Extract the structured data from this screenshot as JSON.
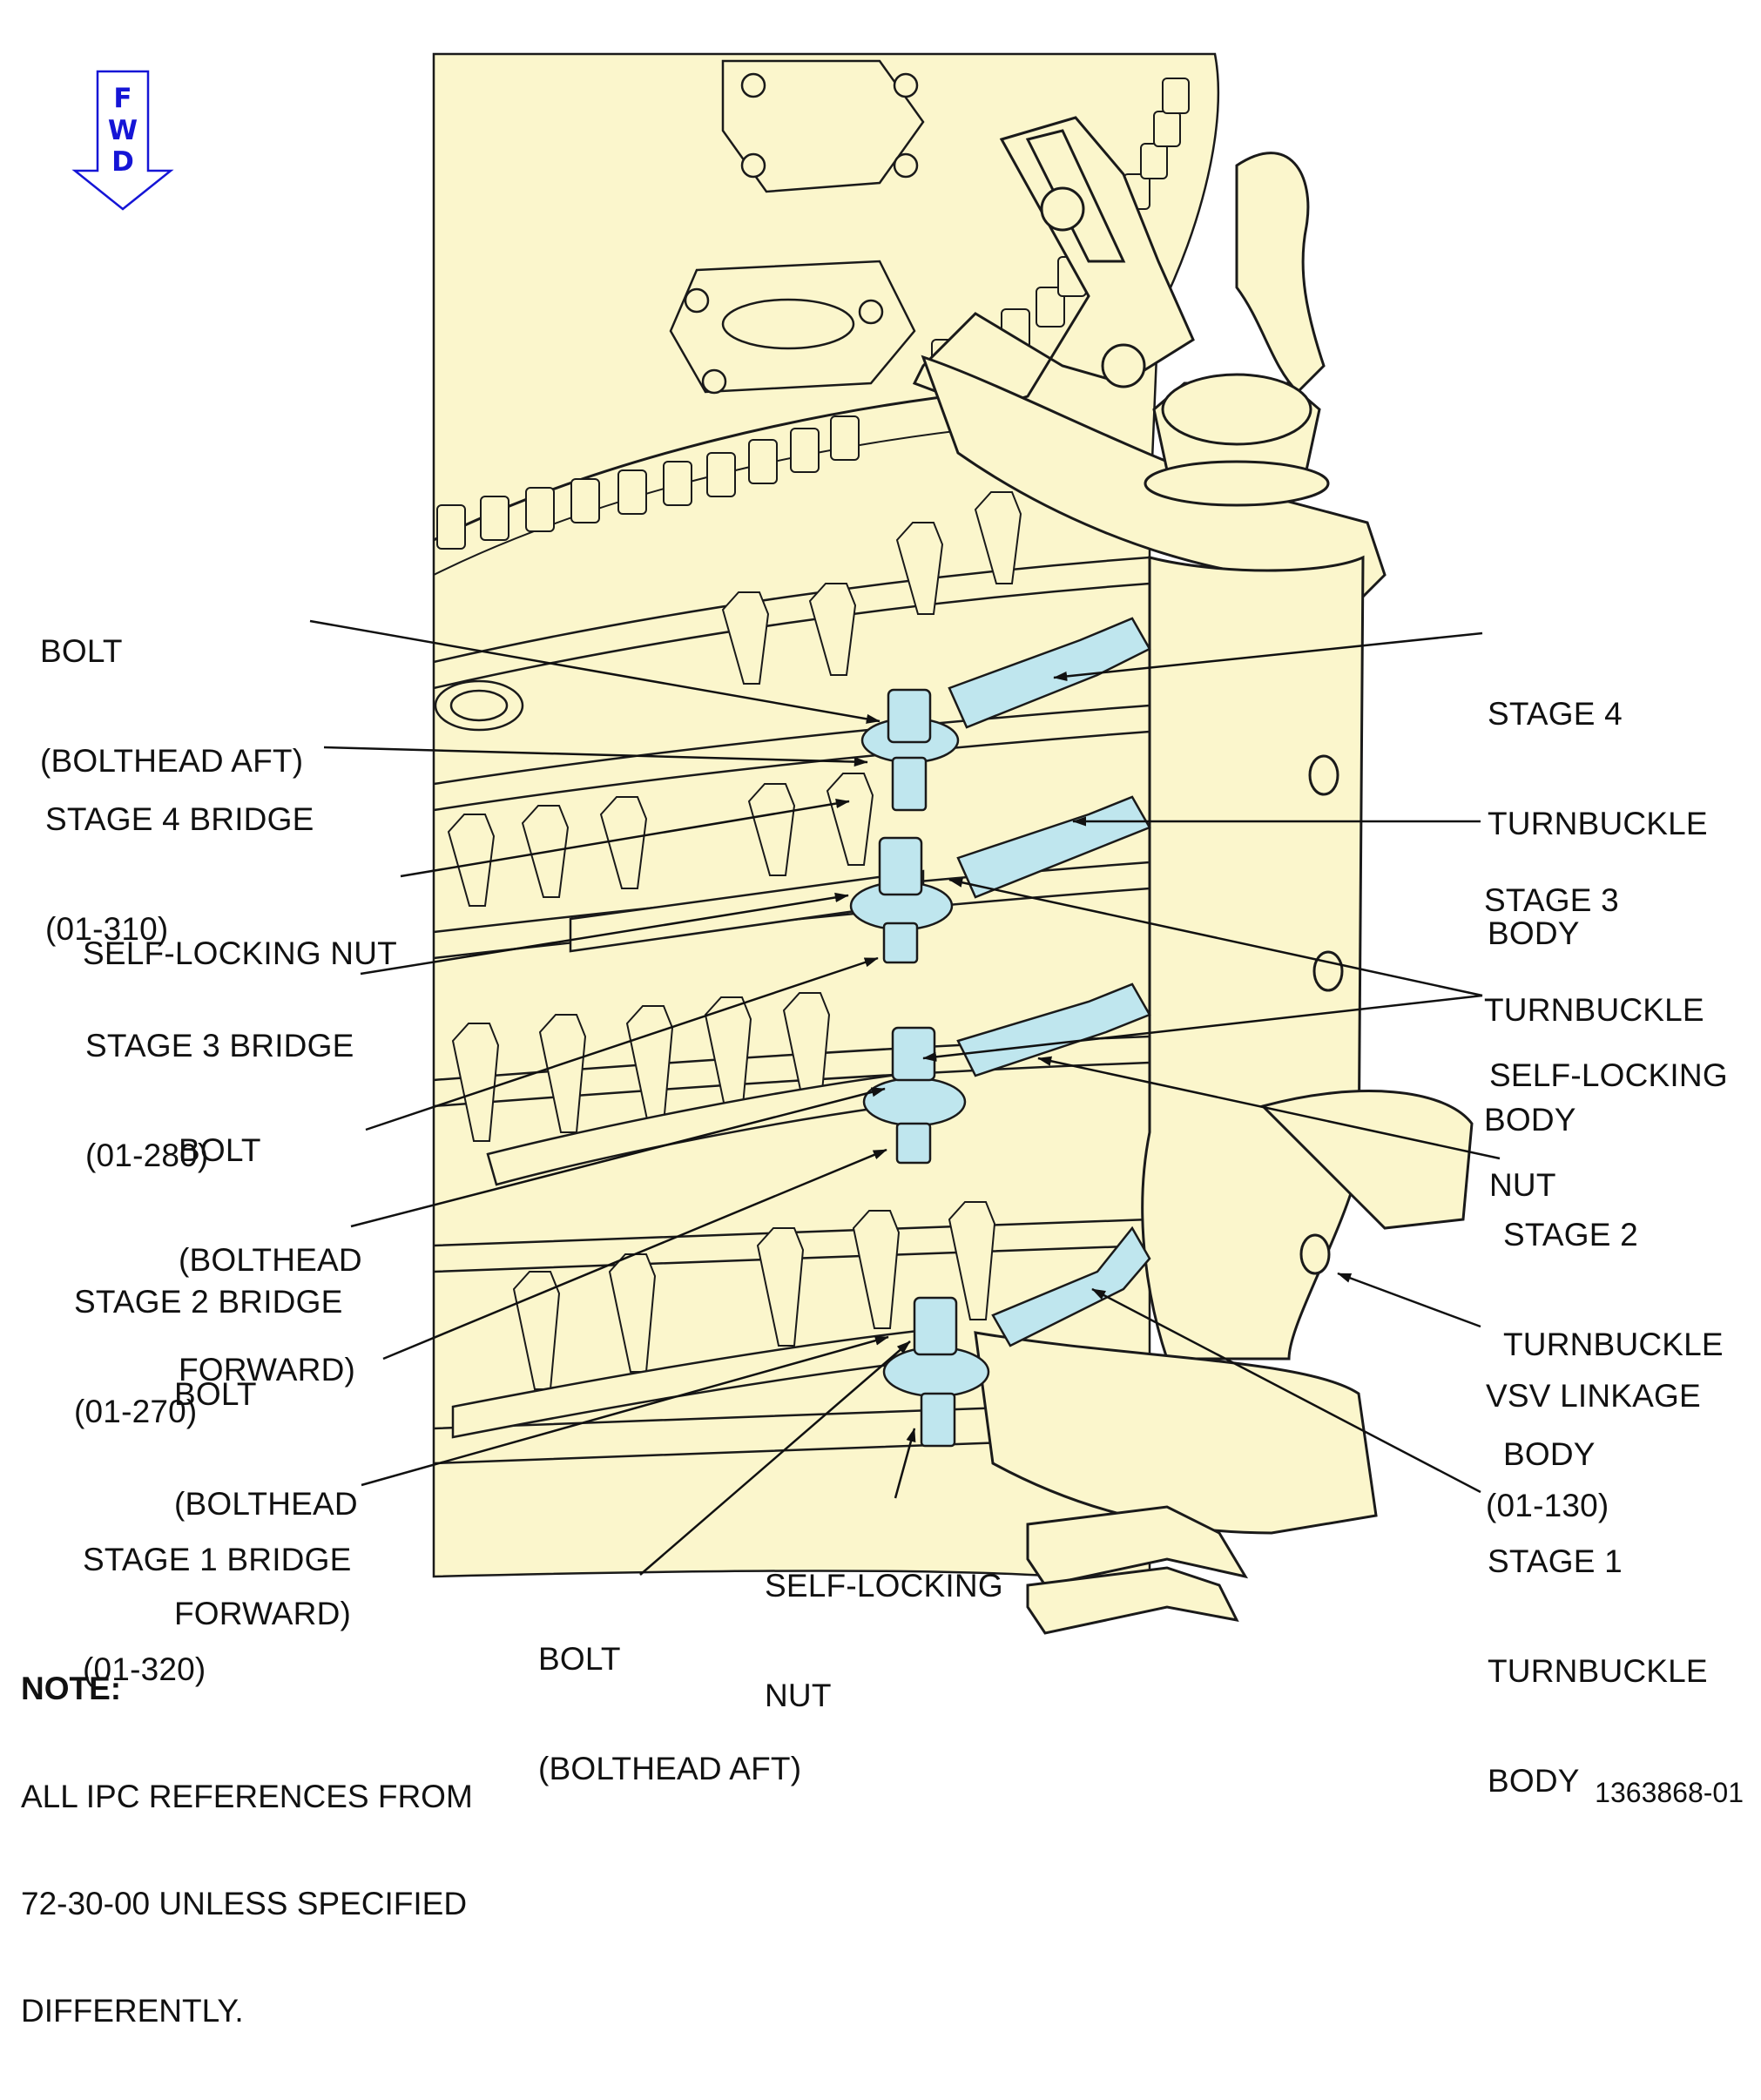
{
  "fwd": {
    "letters": [
      "F",
      "W",
      "D"
    ]
  },
  "labels": {
    "bolt_aft_1": [
      "BOLT",
      "(BOLTHEAD AFT)"
    ],
    "stage4_bridge": [
      "STAGE 4 BRIDGE",
      "(01-310)"
    ],
    "selflock_left": [
      "SELF-LOCKING NUT"
    ],
    "stage3_bridge": [
      "STAGE 3 BRIDGE",
      "(01-280)"
    ],
    "bolt_fwd_1": [
      "BOLT",
      "(BOLTHEAD",
      "FORWARD)"
    ],
    "stage2_bridge": [
      "STAGE 2 BRIDGE",
      "(01-270)"
    ],
    "bolt_fwd_2": [
      "BOLT",
      "(BOLTHEAD",
      "FORWARD)"
    ],
    "stage1_bridge": [
      "STAGE 1 BRIDGE",
      "(01-320)"
    ],
    "selflock_bottom": [
      "SELF-LOCKING",
      "NUT"
    ],
    "bolt_aft_2": [
      "BOLT",
      "(BOLTHEAD AFT)"
    ],
    "stage4_turnbuckle": [
      "STAGE 4",
      "TURNBUCKLE",
      "BODY"
    ],
    "stage3_turnbuckle": [
      "STAGE 3",
      "TURNBUCKLE",
      "BODY"
    ],
    "selflock_right": [
      "SELF-LOCKING",
      "NUT"
    ],
    "stage2_turnbuckle": [
      "STAGE 2",
      "TURNBUCKLE",
      "BODY"
    ],
    "vsv_linkage": [
      "VSV LINKAGE",
      "(01-130)"
    ],
    "stage1_turnbuckle": [
      "STAGE 1",
      "TURNBUCKLE",
      "BODY"
    ]
  },
  "note": {
    "heading": "NOTE:",
    "lines": [
      "ALL IPC REFERENCES FROM",
      "72-30-00 UNLESS SPECIFIED",
      "DIFFERENTLY."
    ]
  },
  "figure_number": "1363868-01",
  "colors": {
    "part_fill": "#fbf6cc",
    "highlight_fill": "#bfe6ee",
    "outline": "#1a1a1a",
    "fwd_arrow": "#1515d6"
  }
}
